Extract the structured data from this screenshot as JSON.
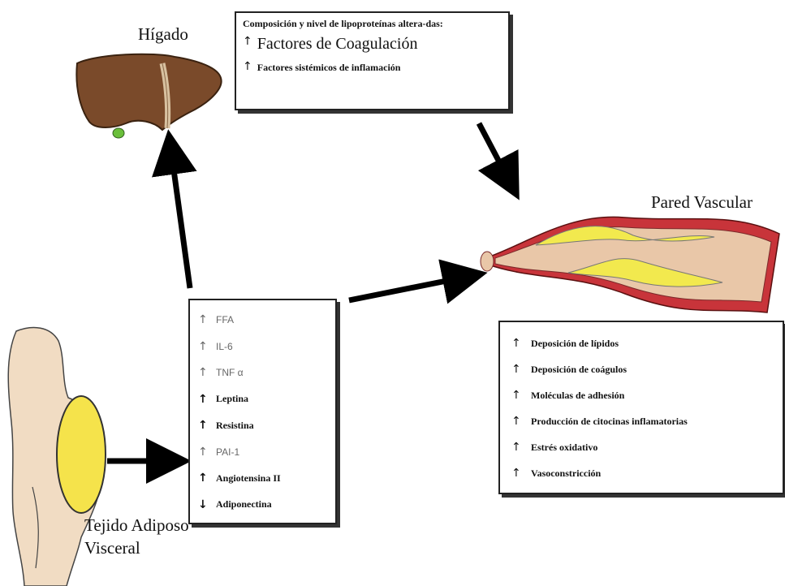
{
  "labels": {
    "liver": "Hígado",
    "vascular": "Pared Vascular",
    "adipose_line1": "Tejido Adiposo",
    "adipose_line2": "Visceral"
  },
  "liver_box": {
    "heading": "Composición y nivel de lipoproteínas altera-das:",
    "items": [
      {
        "arrow": "↑",
        "text": "Factores de Coagulación"
      },
      {
        "arrow": "↑",
        "text": "Factores sistémicos de inflamación"
      }
    ]
  },
  "adipose_box": {
    "items": [
      {
        "arrow": "↑",
        "text": "FFA"
      },
      {
        "arrow": "↑",
        "text": "IL-6"
      },
      {
        "arrow": "↑",
        "text": "TNF α"
      },
      {
        "arrow": "↑",
        "text": "Leptina"
      },
      {
        "arrow": "↑",
        "text": "Resistina"
      },
      {
        "arrow": "↑",
        "text": "PAI-1"
      },
      {
        "arrow": "↑",
        "text": "Angiotensina II"
      },
      {
        "arrow": "↓",
        "text": "Adiponectina"
      }
    ]
  },
  "vascular_box": {
    "items": [
      {
        "arrow": "↑",
        "text": "Deposición de lípidos"
      },
      {
        "arrow": "↑",
        "text": "Deposición de coágulos"
      },
      {
        "arrow": "↑",
        "text": "Moléculas de adhesión"
      },
      {
        "arrow": "↑",
        "text": "Producción de citocinas inflamatorias"
      },
      {
        "arrow": "↑",
        "text": "Estrés oxidativo"
      },
      {
        "arrow": "↑",
        "text": "Vasoconstricción"
      }
    ]
  },
  "colors": {
    "liver": "#7a4a2a",
    "vessel_outer": "#c8343a",
    "vessel_inner": "#e9c7a8",
    "plaque": "#f2e94e",
    "body": "#f1dcc3"
  }
}
